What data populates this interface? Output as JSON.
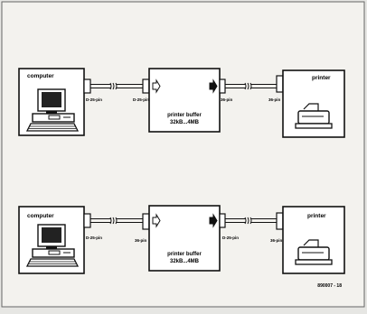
{
  "figure_id": "890007 - 18",
  "diagrams": [
    {
      "computer_label": "computer",
      "computer_port": "D-25-pin",
      "buffer_in_port": "D-25-pin",
      "buffer_label_line1": "printer buffer",
      "buffer_label_line2": "32kB...4MB",
      "buffer_out_port": "36-pin",
      "printer_port": "36-pin",
      "printer_label": "printer"
    },
    {
      "computer_label": "computer",
      "computer_port": "D-25-pin",
      "buffer_in_port": "36-pin",
      "buffer_label_line1": "printer buffer",
      "buffer_label_line2": "32kB...4MB",
      "buffer_out_port": "D-25-pin",
      "printer_port": "36-pin",
      "printer_label": "printer"
    }
  ]
}
